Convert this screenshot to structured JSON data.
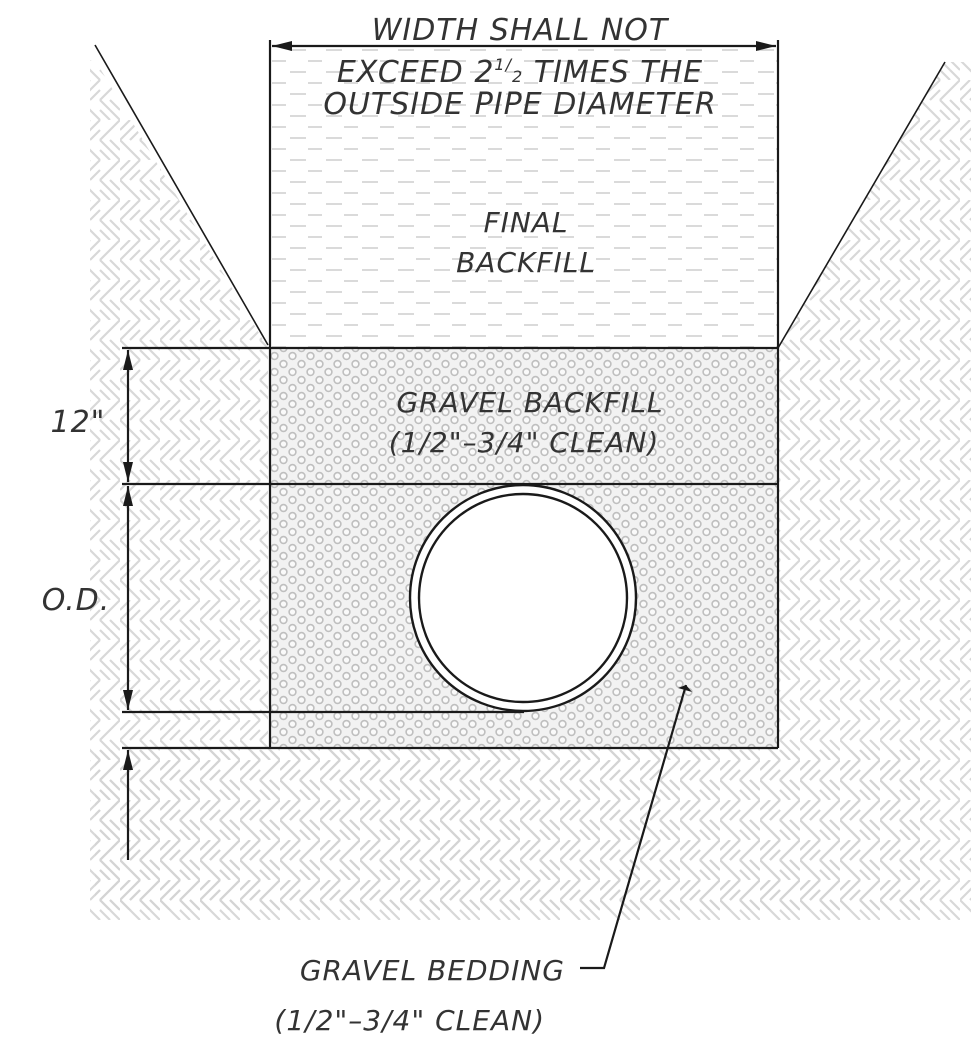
{
  "width_note": {
    "line1": "WIDTH SHALL NOT",
    "line2_pre": "EXCEED 2",
    "line2_frac_num": "1",
    "line2_frac_den": "2",
    "line2_post": " TIMES THE",
    "line3": "OUTSIDE PIPE DIAMETER"
  },
  "zones": {
    "final_backfill": {
      "line1": "FINAL",
      "line2": "BACKFILL"
    },
    "gravel_backfill": {
      "line1": "GRAVEL BACKFILL",
      "line2": "(1/2\"–3/4\" CLEAN)"
    },
    "gravel_bedding": {
      "line1": "GRAVEL BEDDING",
      "line2": "(1/2\"–3/4\" CLEAN)"
    }
  },
  "dimensions": {
    "cover_depth": "12\"",
    "pipe_od": "O.D."
  },
  "colors": {
    "line": "#1a1a1a",
    "text": "#333333",
    "soil_hatch": "#d4d4d4",
    "gravel": "#c8c8c8",
    "backfill_dash": "#dadada"
  }
}
